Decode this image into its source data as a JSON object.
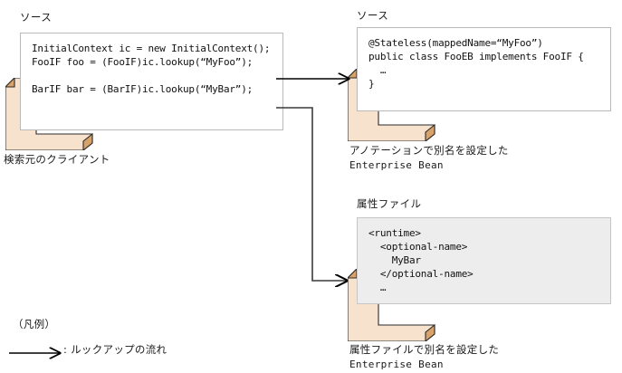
{
  "diagram": {
    "title_client_source": "ソース",
    "title_foo_source": "ソース",
    "title_bar_attrfile": "属性ファイル",
    "client_code": "InitialContext ic = new InitialContext();\nFooIF foo = (FooIF)ic.lookup(“MyFoo”);\n\nBarIF bar = (BarIF)ic.lookup(“MyBar”);",
    "foo_code": "@Stateless(mappedName=“MyFoo”)\npublic class FooEB implements FooIF {\n  …\n}",
    "bar_code": "<runtime>\n  <optional-name>\n    MyBar\n  </optional-name>\n  …",
    "client_caption": "検索元のクライアント",
    "foo_caption_line1": "アノテーションで別名を設定した",
    "foo_caption_line2": "Enterprise Bean",
    "bar_caption_line1": "属性ファイルで別名を設定した",
    "bar_caption_line2": "Enterprise Bean"
  },
  "legend": {
    "heading": "（凡例）",
    "arrow_label": ": ルックアップの流れ"
  },
  "colors": {
    "bean_face": "#F7E2CE",
    "bean_side": "#D9A26B",
    "bean_outline": "#2b2b2b",
    "code_border": "#b9b9b9",
    "code_bg_white": "#ffffff",
    "code_bg_gray": "#ededed",
    "arrow": "#000000",
    "text": "#1a1a1a"
  }
}
